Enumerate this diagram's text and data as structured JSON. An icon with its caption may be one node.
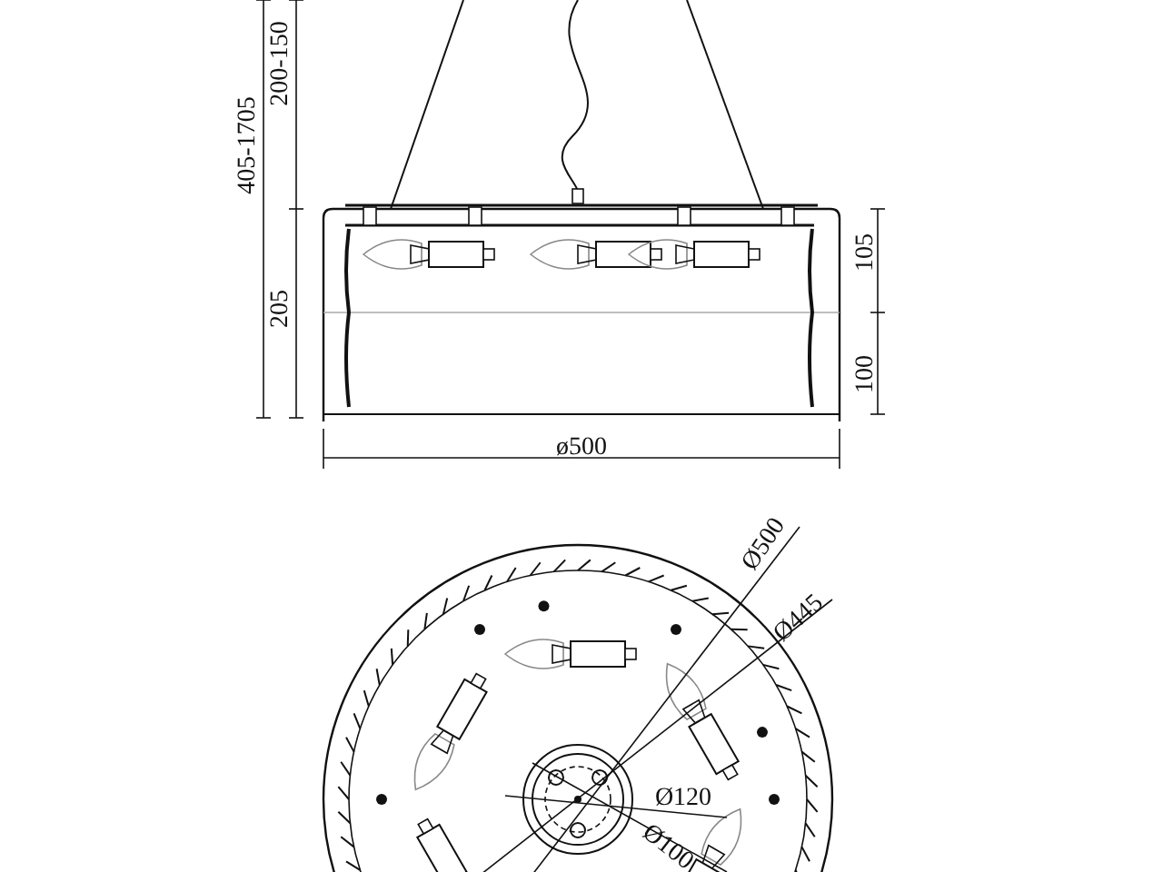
{
  "diagram": {
    "labels": [
      "200-150",
      "405-1705",
      "205",
      "105",
      "100",
      "ø500",
      "Ø500",
      "Ø445",
      "Ø120",
      "Ø100"
    ]
  }
}
